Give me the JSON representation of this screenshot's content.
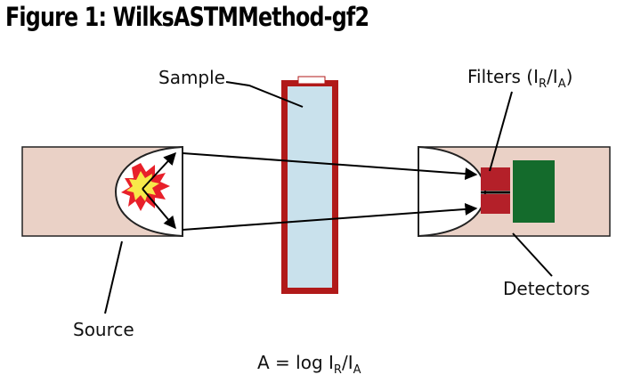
{
  "figure": {
    "title": "Figure 1:  WilksASTMMethod-gf2"
  },
  "labels": {
    "sample": "Sample",
    "filters": {
      "prefix": "Filters (I",
      "sub1": "R",
      "mid": "/I",
      "sub2": "A",
      "suffix": ")"
    },
    "detectors": "Detectors",
    "source": "Source",
    "equation": {
      "prefix": "A = log I",
      "sub1": "R",
      "mid": "/I",
      "sub2": "A"
    }
  },
  "colors": {
    "housing": "#ead1c6",
    "sample_frame": "#b11a1a",
    "sample_fill": "#c9e1ec",
    "filter": "#b42029",
    "detector": "#146b2c",
    "burst_outer": "#e8202a",
    "burst_inner": "#f7e94a"
  }
}
